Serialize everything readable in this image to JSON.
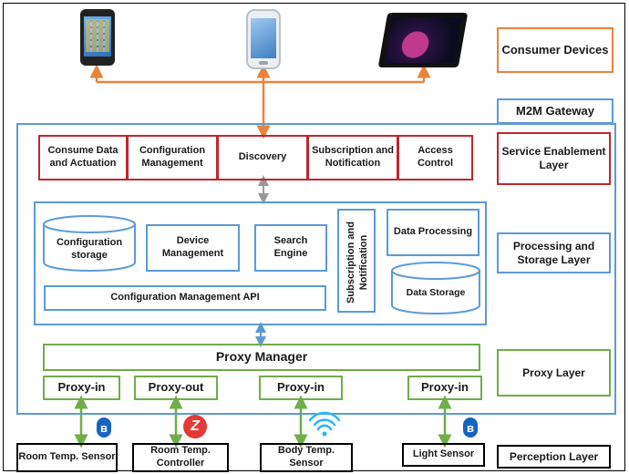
{
  "right_labels": {
    "consumer_devices": "Consumer Devices",
    "m2m_gateway": "M2M Gateway",
    "service_enablement": "Service Enablement Layer",
    "processing_storage": "Processing and Storage Layer",
    "proxy_layer": "Proxy Layer",
    "perception_layer": "Perception Layer"
  },
  "service_boxes": [
    "Consume Data and Actuation",
    "Configuration Management",
    "Discovery",
    "Subscription and Notification",
    "Access Control"
  ],
  "processing": {
    "config_storage": "Configuration storage",
    "device_management": "Device Management",
    "search_engine": "Search Engine",
    "subscription_notification": "Subscription and Notification",
    "data_processing": "Data Processing",
    "data_storage": "Data Storage",
    "config_api": "Configuration Management API"
  },
  "proxy": {
    "manager": "Proxy Manager",
    "proxies": [
      "Proxy-in",
      "Proxy-out",
      "Proxy-in",
      "Proxy-in"
    ]
  },
  "sensors": [
    "Room Temp. Sensor",
    "Room Temp. Controller",
    "Body Temp. Sensor",
    "Light Sensor"
  ],
  "colors": {
    "orange": "#e8833a",
    "blue": "#5b9bd5",
    "red": "#c0262d",
    "green": "#70ad47",
    "bluetooth": "#1565c0",
    "zigbee": "#e53935",
    "wifi": "#29b6f6"
  },
  "icons": [
    "smartphone-icon",
    "smartphone-icon",
    "tablet-icon",
    "bluetooth-icon",
    "zigbee-icon",
    "wifi-icon",
    "bluetooth-icon"
  ]
}
